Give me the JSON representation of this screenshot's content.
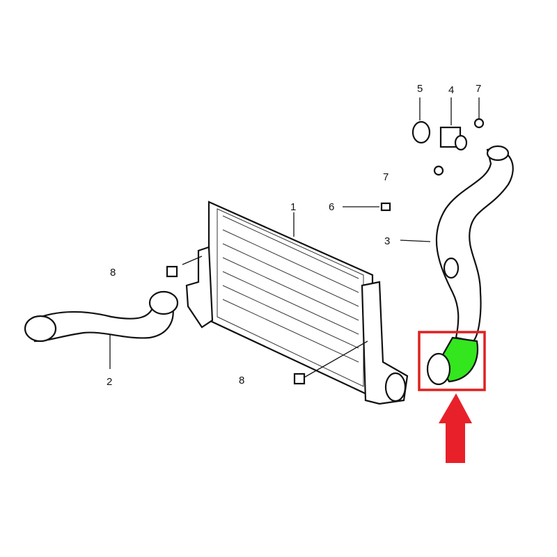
{
  "diagram": {
    "labels": {
      "intercooler": "1",
      "hose_left": "2",
      "hose_right": "3",
      "sensor": "4",
      "seal": "5",
      "nut": "6",
      "bolt_top": "7",
      "bolt_mid": "7",
      "clip_top": "8",
      "clip_bottom": "8"
    },
    "colors": {
      "highlight_box": "#e02020",
      "highlight_part": "#33e61e",
      "arrow": "#e8202a"
    }
  }
}
